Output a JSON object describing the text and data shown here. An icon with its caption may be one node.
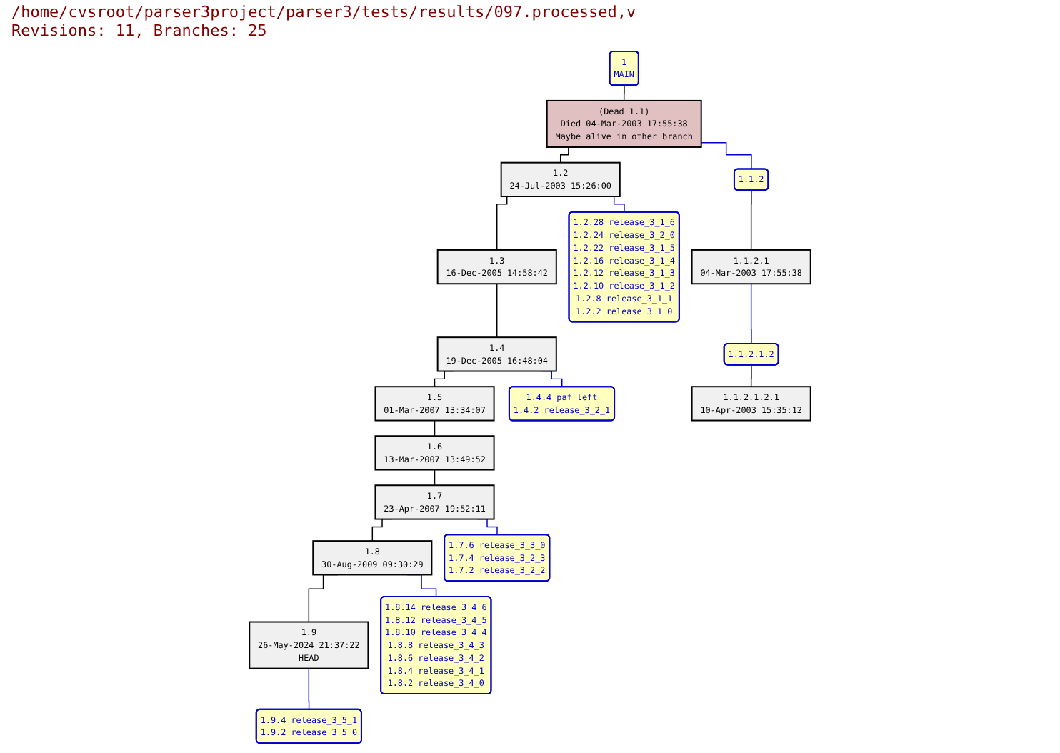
{
  "diagram": {
    "title": "/home/cvsroot/parser3project/parser3/tests/results/097.processed,v",
    "nodes": [
      {
        "text": [
          "1",
          "MAIN"
        ]
      },
      {
        "text": [
          "(Dead 1.1)",
          "Died 04-Mar-2003 17:55:38",
          "Maybe alive in other branch"
        ]
      },
      {
        "text": [
          "1.2",
          "24-Jul-2003 15:26:00"
        ]
      },
      {
        "text": [
          "1.3",
          "16-Dec-2005 14:58:42"
        ]
      },
      {
        "text": [
          "1.4",
          "19-Dec-2005 16:48:04"
        ]
      },
      {
        "text": [
          "1.5",
          "01-Mar-2007 13:34:07"
        ]
      },
      {
        "text": [
          "1.6",
          "13-Mar-2007 13:49:52"
        ]
      },
      {
        "text": [
          "1.7",
          "23-Apr-2007 19:52:11"
        ]
      },
      {
        "text": [
          "1.8",
          "30-Aug-2009 09:30:29"
        ]
      },
      {
        "text": [
          "1.9",
          "26-May-2024 21:37:22",
          "HEAD"
        ]
      },
      {
        "text": [
          "1.1.2"
        ]
      },
      {
        "text": [
          "1.1.2.1",
          "04-Mar-2003 17:55:38"
        ]
      },
      {
        "text": [
          "1.1.2.1.2"
        ]
      },
      {
        "text": [
          "1.1.2.1.2.1",
          "10-Apr-2003 15:35:12"
        ]
      },
      {
        "text": [
          "1.2.28 release_3_1_6",
          "1.2.24 release_3_2_0",
          "1.2.22 release_3_1_5",
          "1.2.16 release_3_1_4",
          "1.2.12 release_3_1_3",
          "1.2.10 release_3_1_2",
          "1.2.8 release_3_1_1",
          "1.2.2 release_3_1_0"
        ]
      },
      {
        "text": [
          "1.4.4 paf_left",
          "1.4.2 release_3_2_1"
        ]
      },
      {
        "text": [
          "1.7.6 release_3_3_0",
          "1.7.4 release_3_2_3",
          "1.7.2 release_3_2_2"
        ]
      },
      {
        "text": [
          "1.8.14 release_3_4_6",
          "1.8.12 release_3_4_5",
          "1.8.10 release_3_4_4",
          "1.8.8 release_3_4_3",
          "1.8.6 release_3_4_2",
          "1.8.4 release_3_4_1",
          "1.8.2 release_3_4_0"
        ]
      },
      {
        "text": [
          "1.9.4 release_3_5_1",
          "1.9.2 release_3_5_0"
        ]
      }
    ],
    "edges": [
      {
        "from": 0,
        "to": 1,
        "arrow": "none"
      },
      {
        "from": 1,
        "to": 2,
        "arrow": "none"
      },
      {
        "from": 2,
        "to": 3,
        "arrow": "none"
      },
      {
        "from": 3,
        "to": 4,
        "arrow": "none"
      },
      {
        "from": 4,
        "to": 5,
        "arrow": "none"
      },
      {
        "from": 5,
        "to": 6,
        "arrow": "none"
      },
      {
        "from": 6,
        "to": 7,
        "arrow": "none"
      },
      {
        "from": 7,
        "to": 8,
        "arrow": "none"
      },
      {
        "from": 8,
        "to": 9,
        "arrow": "none"
      },
      {
        "from": 1,
        "to": 10,
        "arrow": "none",
        "color": "#0000cc"
      },
      {
        "from": 10,
        "to": 11,
        "arrow": "none"
      },
      {
        "from": 11,
        "to": 12,
        "arrow": "none",
        "color": "#0000cc"
      },
      {
        "from": 12,
        "to": 13,
        "arrow": "none"
      },
      {
        "from": 2,
        "to": 14,
        "arrow": "none",
        "color": "#0000cc"
      },
      {
        "from": 4,
        "to": 15,
        "arrow": "none",
        "color": "#0000cc"
      },
      {
        "from": 7,
        "to": 16,
        "arrow": "none",
        "color": "#0000cc"
      },
      {
        "from": 8,
        "to": 17,
        "arrow": "none",
        "color": "#0000cc"
      },
      {
        "from": 9,
        "to": 18,
        "arrow": "none",
        "color": "#0000cc"
      }
    ],
    "labels": [
      "Revisions: 11, Branches: 25"
    ]
  }
}
